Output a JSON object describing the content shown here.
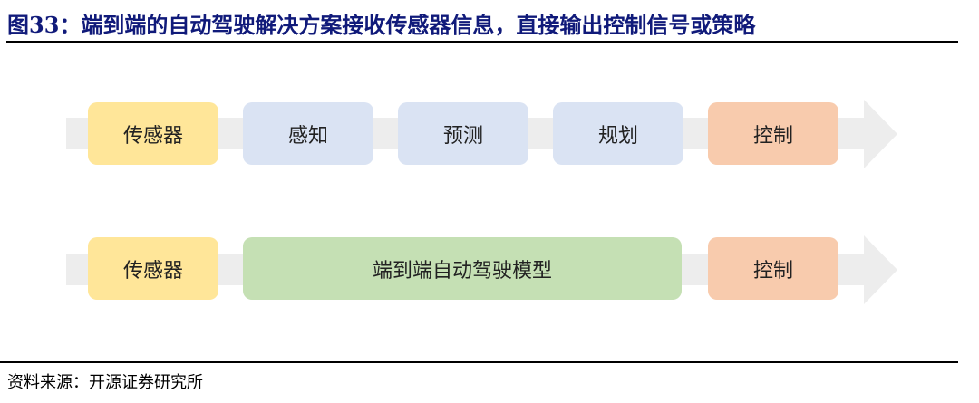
{
  "title": "图33：端到端的自动驾驶解决方案接收传感器信息，直接输出控制信号或策略",
  "row1": [
    {
      "label": "传感器",
      "color": "#ffe699"
    },
    {
      "label": "感知",
      "color": "#dae3f3"
    },
    {
      "label": "预测",
      "color": "#dae3f3"
    },
    {
      "label": "规划",
      "color": "#dae3f3"
    },
    {
      "label": "控制",
      "color": "#f8cbad"
    }
  ],
  "row2": [
    {
      "label": "传感器",
      "color": "#ffe699"
    },
    {
      "label": "端到端自动驾驶模型",
      "color": "#c5e0b4"
    },
    {
      "label": "控制",
      "color": "#f8cbad"
    }
  ],
  "source": "资料来源：开源证券研究所"
}
